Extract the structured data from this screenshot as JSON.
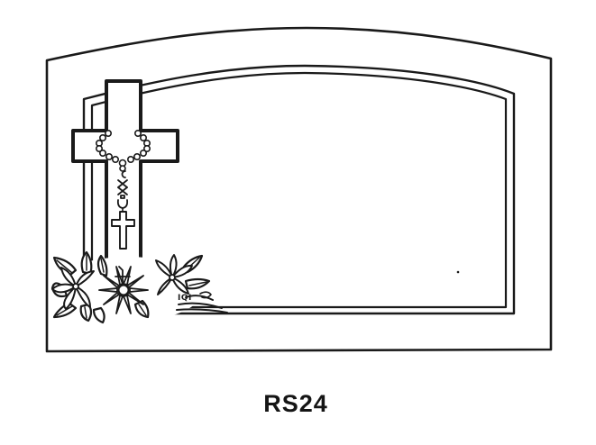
{
  "colors": {
    "ink": "#1a1a1a",
    "paper": "#ffffff"
  },
  "figure": {
    "caption": "RS24",
    "engraver_mark": "IQI",
    "motifs": [
      "arched-plaque-outline",
      "double-line-border-panel",
      "latin-cross",
      "rosary-with-crucifix",
      "flower-spray"
    ]
  }
}
